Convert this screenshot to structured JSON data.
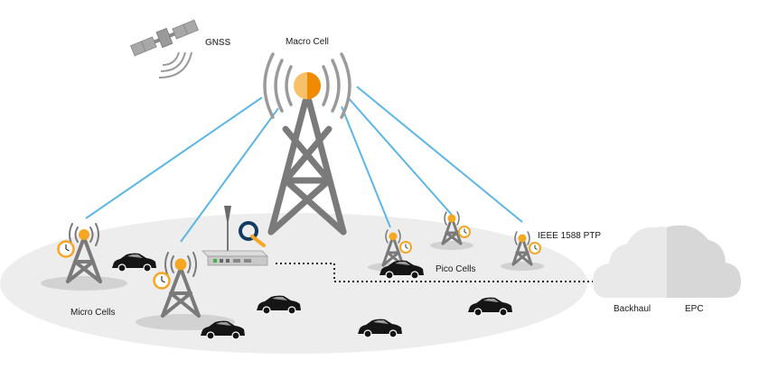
{
  "labels": {
    "gnss": "GNSS",
    "macro_cell": "Macro Cell",
    "micro_cells": "Micro Cells",
    "pico_cells": "Pico Cells",
    "ieee_ptp": "IEEE 1588 PTP",
    "backhaul": "Backhaul",
    "epc": "EPC"
  },
  "colors": {
    "link_line": "#5bb6e6",
    "tower_steel": "#7a7a7a",
    "antenna_orange": "#f5a623",
    "ground": "#ededed",
    "cloud_left": "#e9e9e9",
    "cloud_right": "#d7d7d7",
    "car": "#151515"
  },
  "icons": [
    "satellite-icon",
    "macro-tower-icon",
    "micro-tower-icon",
    "pico-tower-icon",
    "clock-icon",
    "car-icon",
    "grandmaster-device-icon",
    "cloud-icon"
  ]
}
